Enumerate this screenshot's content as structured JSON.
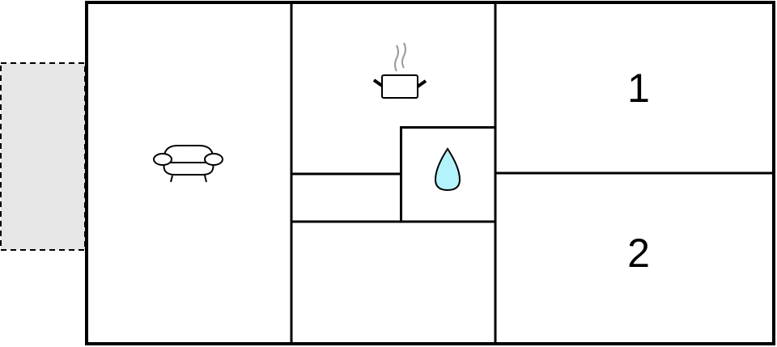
{
  "floorplan": {
    "rooms": [
      {
        "name": "living-room",
        "icon": "sofa-icon"
      },
      {
        "name": "kitchen",
        "icon": "cooking-pot-icon"
      },
      {
        "name": "bathroom",
        "icon": "water-drop-icon"
      },
      {
        "name": "bedroom-1",
        "label": "1"
      },
      {
        "name": "bedroom-2",
        "label": "2"
      }
    ],
    "terrace": {
      "style": "dashed",
      "fill": "#e6e6e6"
    },
    "colors": {
      "wall": "#000000",
      "water": "#b3f3fb",
      "steam": "#999999"
    }
  }
}
